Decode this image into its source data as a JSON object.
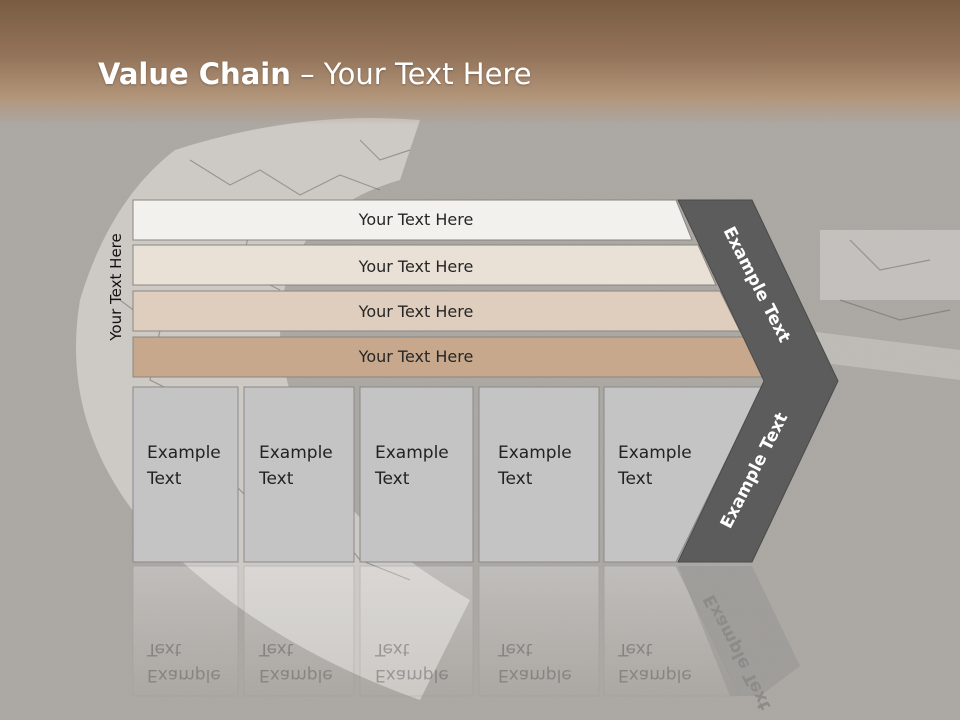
{
  "slide": {
    "title_bold": "Value Chain",
    "title_rest": " – Your Text Here"
  },
  "diagram": {
    "side_label": "Your Text Here",
    "bars": [
      "Your Text Here",
      "Your Text Here",
      "Your Text Here",
      "Your Text Here"
    ],
    "boxes": [
      {
        "line1": "Example",
        "line2": "Text"
      },
      {
        "line1": "Example",
        "line2": "Text"
      },
      {
        "line1": "Example",
        "line2": "Text"
      },
      {
        "line1": "Example",
        "line2": "Text"
      },
      {
        "line1": "Example",
        "line2": "Text"
      }
    ],
    "chevron_upper": "Example Text",
    "chevron_lower": "Example Text"
  },
  "colors": {
    "header": "#8c6c52",
    "bar_1": "#f3f1ee",
    "bar_2": "#e9e0d6",
    "bar_3": "#dfcebe",
    "bar_4": "#c8a88c",
    "box_fill": "#c4c4c4",
    "chevron": "#5c5c5c"
  }
}
